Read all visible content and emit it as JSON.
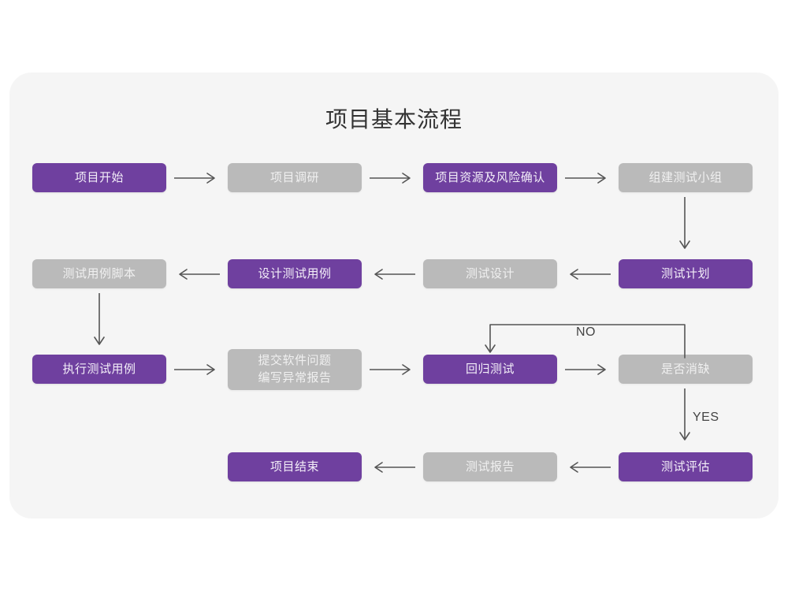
{
  "page": {
    "background": "#ffffff",
    "card_background": "#f5f5f5"
  },
  "chart": {
    "title": "项目基本流程",
    "type": "flowchart",
    "colors": {
      "purple": "#6f409f",
      "gray": "#bababa",
      "purple_text": "#f3eef8",
      "gray_text": "#f0f0f0",
      "arrow": "#555555",
      "title_text": "#333333"
    },
    "nodes": [
      {
        "id": "n1",
        "label": "项目开始",
        "style": "purple",
        "row": 1,
        "col": 1
      },
      {
        "id": "n2",
        "label": "项目调研",
        "style": "gray",
        "row": 1,
        "col": 2
      },
      {
        "id": "n3",
        "label": "项目资源及风险确认",
        "style": "purple",
        "row": 1,
        "col": 3
      },
      {
        "id": "n4",
        "label": "组建测试小组",
        "style": "gray",
        "row": 1,
        "col": 4
      },
      {
        "id": "n5",
        "label": "测试用例脚本",
        "style": "gray",
        "row": 2,
        "col": 1
      },
      {
        "id": "n6",
        "label": "设计测试用例",
        "style": "purple",
        "row": 2,
        "col": 2
      },
      {
        "id": "n7",
        "label": "测试设计",
        "style": "gray",
        "row": 2,
        "col": 3
      },
      {
        "id": "n8",
        "label": "测试计划",
        "style": "purple",
        "row": 2,
        "col": 4
      },
      {
        "id": "n9",
        "label": "执行测试用例",
        "style": "purple",
        "row": 3,
        "col": 1
      },
      {
        "id": "n10",
        "label": "提交软件问题\n编写异常报告",
        "style": "gray",
        "row": 3,
        "col": 2
      },
      {
        "id": "n11",
        "label": "回归测试",
        "style": "purple",
        "row": 3,
        "col": 3
      },
      {
        "id": "n12",
        "label": "是否消缺",
        "style": "gray",
        "row": 3,
        "col": 4
      },
      {
        "id": "n13",
        "label": "项目结束",
        "style": "purple",
        "row": 4,
        "col": 2
      },
      {
        "id": "n14",
        "label": "测试报告",
        "style": "gray",
        "row": 4,
        "col": 3
      },
      {
        "id": "n15",
        "label": "测试评估",
        "style": "purple",
        "row": 4,
        "col": 4
      }
    ],
    "edges": [
      {
        "from": "n1",
        "to": "n2",
        "dir": "right",
        "label": ""
      },
      {
        "from": "n2",
        "to": "n3",
        "dir": "right",
        "label": ""
      },
      {
        "from": "n3",
        "to": "n4",
        "dir": "right",
        "label": ""
      },
      {
        "from": "n4",
        "to": "n8",
        "dir": "down",
        "label": ""
      },
      {
        "from": "n8",
        "to": "n7",
        "dir": "left",
        "label": ""
      },
      {
        "from": "n7",
        "to": "n6",
        "dir": "left",
        "label": ""
      },
      {
        "from": "n6",
        "to": "n5",
        "dir": "left",
        "label": ""
      },
      {
        "from": "n5",
        "to": "n9",
        "dir": "down",
        "label": ""
      },
      {
        "from": "n9",
        "to": "n10",
        "dir": "right",
        "label": ""
      },
      {
        "from": "n10",
        "to": "n11",
        "dir": "right",
        "label": ""
      },
      {
        "from": "n11",
        "to": "n12",
        "dir": "right",
        "label": ""
      },
      {
        "from": "n12",
        "to": "n11",
        "dir": "loop-up",
        "label": "NO"
      },
      {
        "from": "n12",
        "to": "n15",
        "dir": "down",
        "label": "YES"
      },
      {
        "from": "n15",
        "to": "n14",
        "dir": "left",
        "label": ""
      },
      {
        "from": "n14",
        "to": "n13",
        "dir": "left",
        "label": ""
      }
    ],
    "edge_labels": {
      "no": "NO",
      "yes": "YES"
    }
  }
}
